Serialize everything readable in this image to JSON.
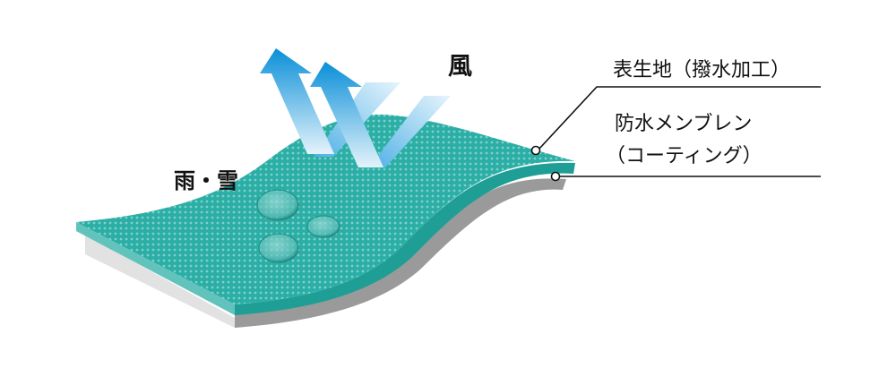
{
  "labels": {
    "wind": "風",
    "rain_snow": "雨・雪",
    "outer_fabric": "表生地（撥水加工）",
    "membrane_line1": "防水メンブレン",
    "membrane_line2": "（コーティング）"
  },
  "colors": {
    "fabric_top": "#2aaea5",
    "fabric_edge": "#1e9e94",
    "fabric_side": "#62c3bd",
    "membrane_dark": "#9a9a9a",
    "membrane_light": "#e2e2e2",
    "arrow_blue": "#0a8fd8",
    "arrow_light": "#d8eefa"
  }
}
